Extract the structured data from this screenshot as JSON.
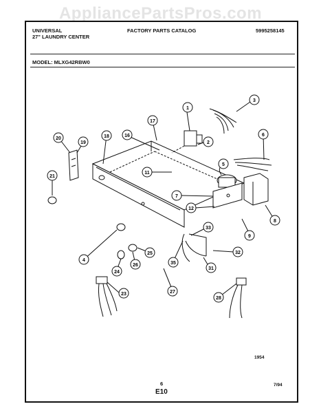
{
  "watermark": "AppliancePartsPros.com",
  "header": {
    "brand": "UNIVERSAL",
    "subtitle": "27\" LAUNDRY CENTER",
    "catalog": "FACTORY PARTS CATALOG",
    "part_number": "5995258145"
  },
  "model_line": "MODEL: MLXG42RBW0",
  "callouts": [
    "1",
    "2",
    "3",
    "4",
    "5",
    "6",
    "7",
    "8",
    "9",
    "11",
    "12",
    "16",
    "17",
    "18",
    "19",
    "20",
    "21",
    "23",
    "24",
    "25",
    "26",
    "27",
    "28",
    "31",
    "32",
    "33",
    "35"
  ],
  "figure_number": "1954",
  "footer": {
    "page": "6",
    "code": "E10",
    "date": "7/94"
  }
}
